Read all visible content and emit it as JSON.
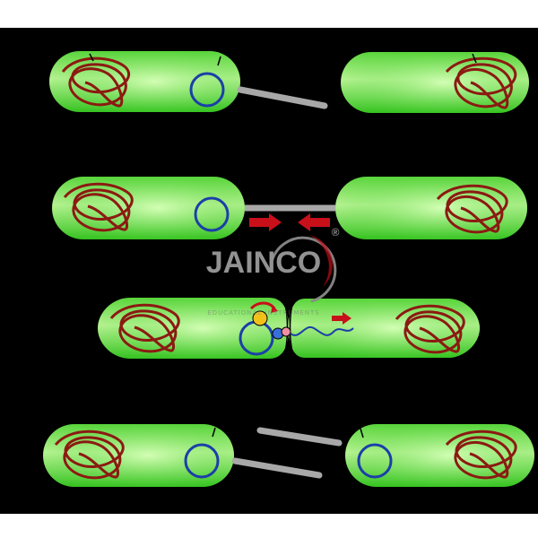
{
  "diagram": {
    "description_free": true,
    "colors": {
      "background": "#000000",
      "frame": "#ffffff",
      "cell_fill_light": "#bff59a",
      "cell_fill_dark": "#33cc1d",
      "chromosome": "#8b1a12",
      "plasmid": "#1b3fa8",
      "pilus": "#a8a8a8",
      "arrow": "#c8101a",
      "dna_strand": "#1b3fa8",
      "enzyme_yellow": "#f2c21a",
      "enzyme_pink": "#f08fa3",
      "enzyme_blue": "#3a6fd8"
    },
    "stages": 4
  },
  "watermark": {
    "brand": "JAINCO",
    "tagline": "EDUCATIONAL INSTRUMENTS",
    "registered_mark": "®",
    "color": "#9a9a9a"
  }
}
